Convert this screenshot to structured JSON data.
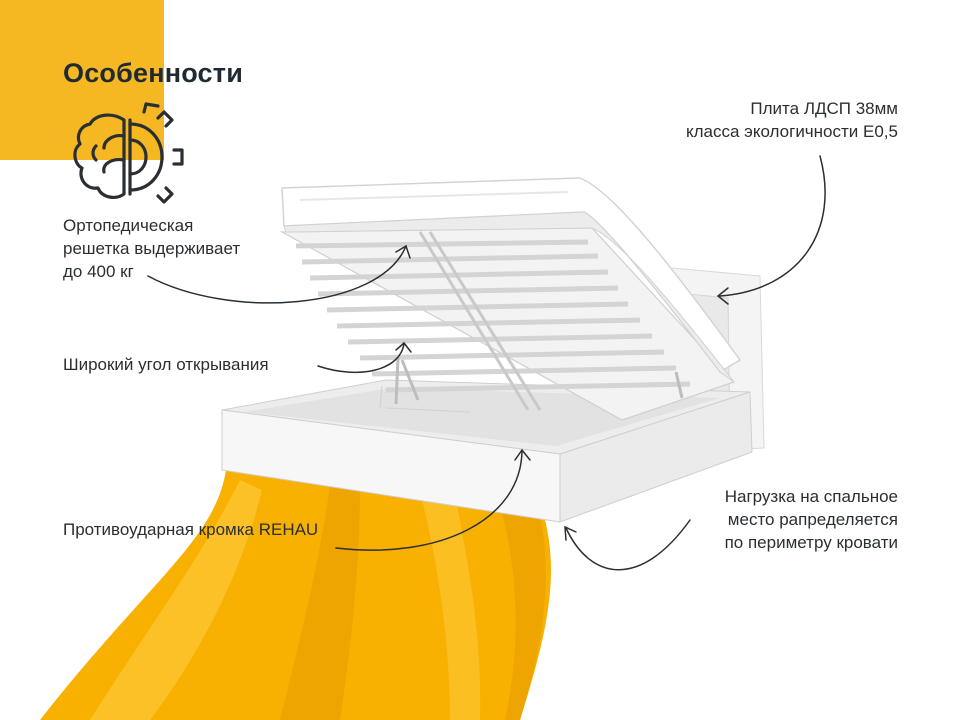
{
  "title": "Особенности",
  "colors": {
    "accent": "#f5b722",
    "drape": "#f8b100",
    "text": "#2a2f33"
  },
  "icons": {
    "feature_icon": "brain-gear-icon"
  },
  "features": {
    "slats": {
      "lines": [
        "Ортопедическая",
        "решетка выдерживает",
        "до 400 кг"
      ]
    },
    "chipboard": {
      "lines": [
        "Плита ЛДСП 38мм",
        "класса экологичности Е0,5"
      ]
    },
    "opening": {
      "lines": [
        "Широкий угол открывания"
      ]
    },
    "edge": {
      "lines": [
        "Противоударная кромка REHAU"
      ]
    },
    "load": {
      "lines": [
        "Нагрузка на спальное",
        "место рапределяется",
        "по периметру кровати"
      ]
    }
  }
}
